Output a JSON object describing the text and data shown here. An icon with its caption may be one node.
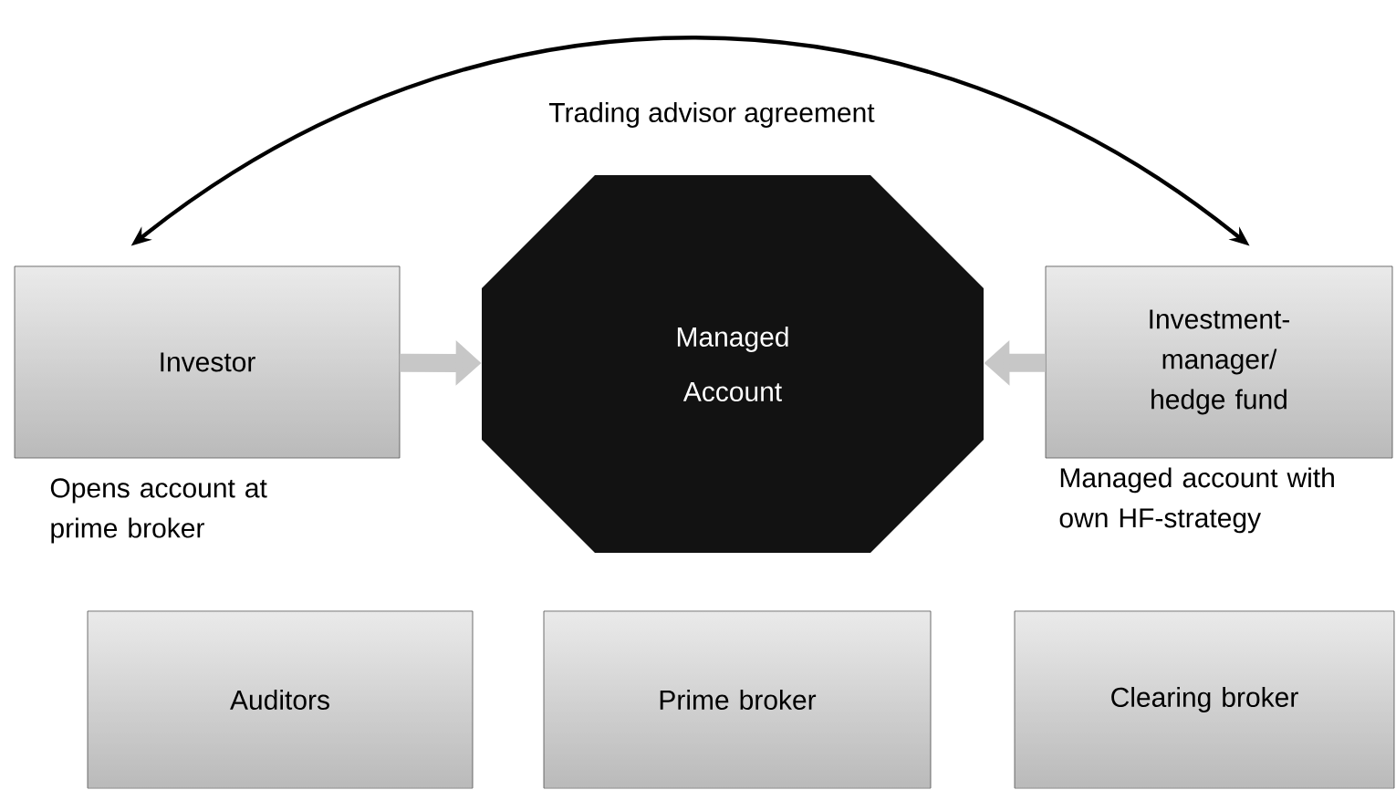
{
  "diagram": {
    "nodes": [
      {
        "text": [
          "Investor"
        ],
        "beside": [
          "Opens account at prime broker"
        ]
      },
      {
        "text": [
          "Managed Account"
        ]
      },
      {
        "text": [
          "Investment-manager/ hedge fund"
        ],
        "beside": [
          "Managed account with own HF-strategy"
        ]
      },
      {
        "text": [
          "Auditors"
        ]
      },
      {
        "text": [
          "Prime broker"
        ]
      },
      {
        "text": [
          "Clearing broker"
        ]
      }
    ],
    "edges": [
      {
        "from": 0,
        "to": 1,
        "arrow": "to"
      },
      {
        "from": 2,
        "to": 1,
        "arrow": "to"
      },
      {
        "from": 0,
        "to": 2,
        "arrow": "both",
        "label": "Trading advisor agreement",
        "color": "#000000"
      }
    ]
  }
}
